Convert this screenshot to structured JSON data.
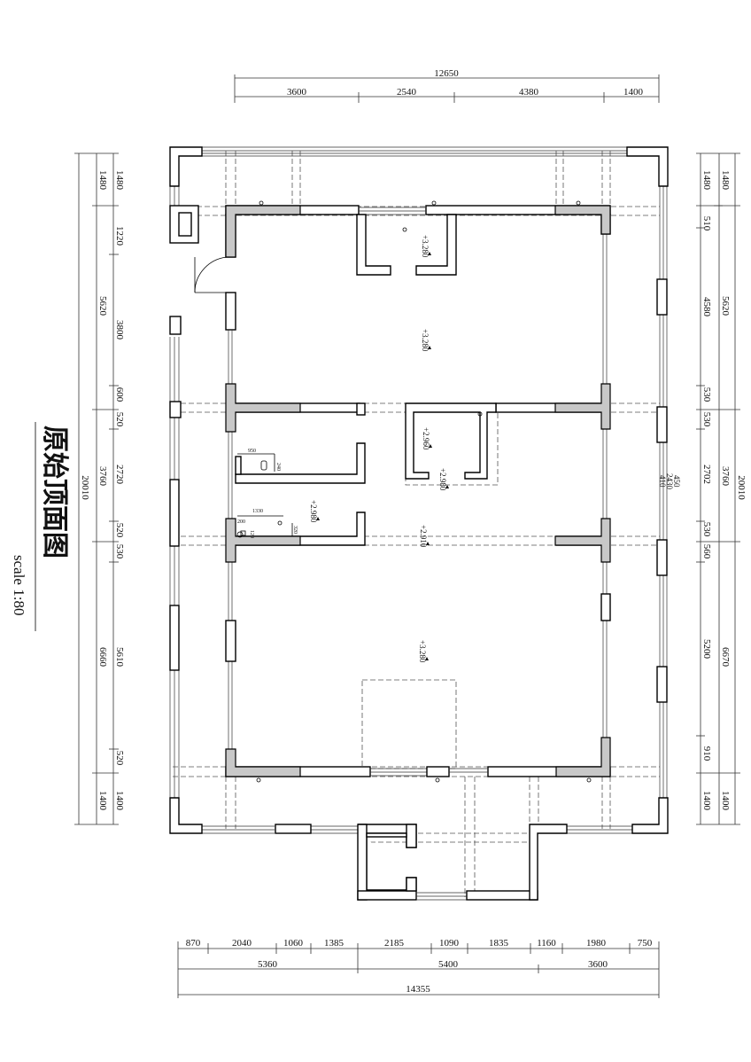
{
  "title": "原始顶面图",
  "scale": "scale 1:80",
  "dims": {
    "top_total": "12650",
    "top_segments": [
      "3600",
      "2540",
      "4380",
      "1400"
    ],
    "bottom_segments": [
      "870",
      "2040",
      "1060",
      "1385",
      "2185",
      "1090",
      "1835",
      "1160",
      "1980",
      "750"
    ],
    "bottom_middle": [
      "5360",
      "5400",
      "3600"
    ],
    "bottom_total": "14355",
    "left_outer": [
      "1480",
      "5620",
      "3760",
      "6660",
      "1400"
    ],
    "left_outer_total": "20010",
    "left_inner": [
      "1480",
      "1220",
      "3800",
      "600",
      "520",
      "2720",
      "520",
      "530",
      "5610",
      "520",
      "1400"
    ],
    "right_inner": [
      "1480",
      "510",
      "4580",
      "530",
      "530",
      "2702",
      "530",
      "560",
      "5200",
      "910",
      "1400"
    ],
    "right_outer": [
      "1480",
      "5620",
      "3760",
      "6670",
      "1400"
    ],
    "right_outer_total": "20010",
    "center_stack": [
      "410",
      "2430",
      "450"
    ]
  },
  "elevations": [
    "+3.280",
    "+3.280",
    "+2.960",
    "+2.980",
    "+2.980",
    "+2.910",
    "+3.280"
  ],
  "small_labels": [
    "950",
    "240",
    "1330",
    "200",
    "120",
    "320"
  ]
}
